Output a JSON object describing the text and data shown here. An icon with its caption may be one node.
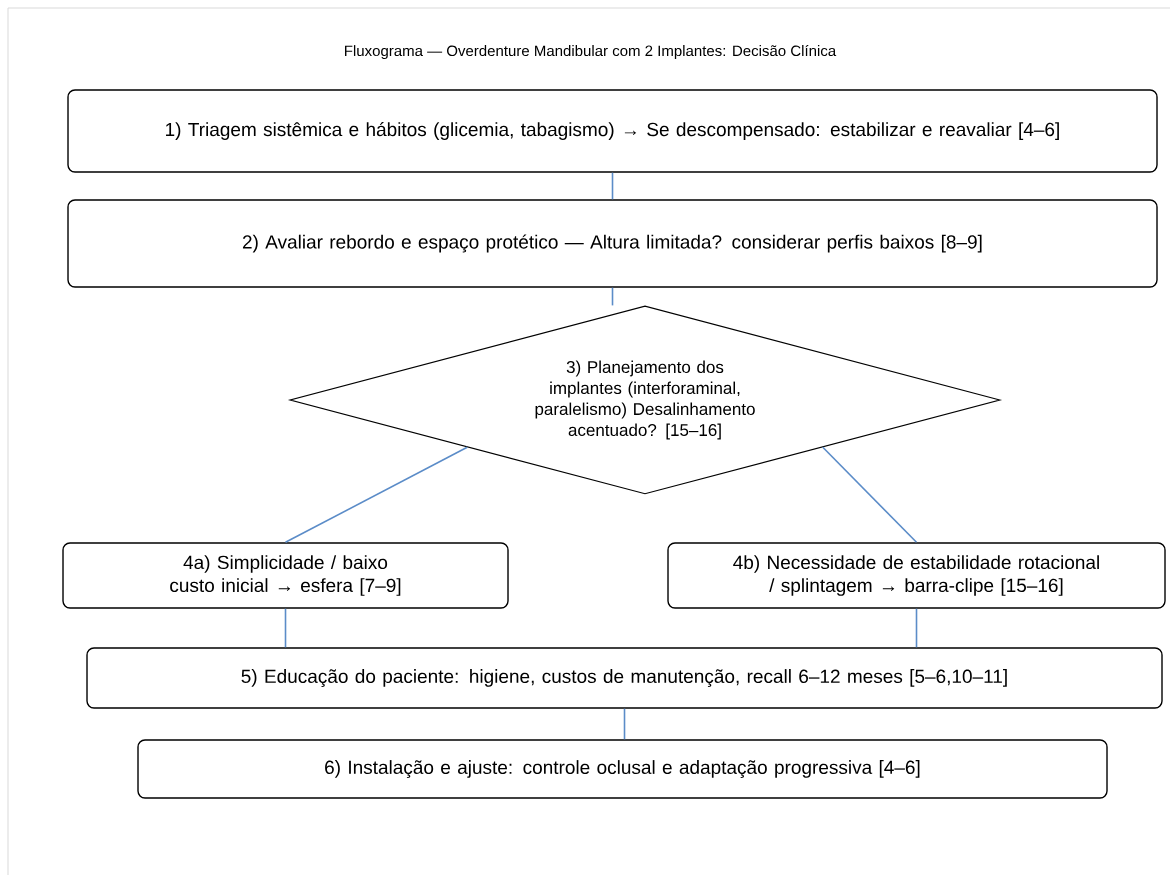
{
  "diagram": {
    "title": "Fluxograma — Overdenture Mandibular com 2 Implantes: Decisão Clínica",
    "nodes": [
      {
        "text": [
          "1) Triagem sistêmica e hábitos (glicemia, tabagismo) → Se descompensado: estabilizar e reavaliar [4–6]"
        ]
      },
      {
        "text": [
          "2) Avaliar rebordo e espaço protético — Altura limitada? considerar perfis baixos [8–9]"
        ]
      },
      {
        "text": [
          "3) Planejamento dos implantes (interforaminal, paralelismo) Desalinhamento acentuado? [15–16]"
        ]
      },
      {
        "text": [
          "4a) Simplicidade / baixo custo inicial → esfera [7–9]"
        ]
      },
      {
        "text": [
          "4b) Necessidade de estabilidade rotacional / splintagem → barra-clipe [15–16]"
        ]
      },
      {
        "text": [
          "5) Educação do paciente: higiene, custos de manutenção, recall 6–12 meses [5–6,10–11]"
        ]
      },
      {
        "text": [
          "6) Instalação e ajuste: controle oclusal e adaptação progressiva [4–6]"
        ]
      }
    ],
    "edges": [
      {
        "from": 0,
        "to": 1,
        "arrow": "none"
      },
      {
        "from": 1,
        "to": 2,
        "arrow": "none"
      },
      {
        "from": 2,
        "to": 3,
        "arrow": "none"
      },
      {
        "from": 2,
        "to": 4,
        "arrow": "none"
      },
      {
        "from": 3,
        "to": 5,
        "arrow": "none"
      },
      {
        "from": 4,
        "to": 5,
        "arrow": "none"
      },
      {
        "from": 5,
        "to": 6,
        "arrow": "none"
      }
    ]
  }
}
